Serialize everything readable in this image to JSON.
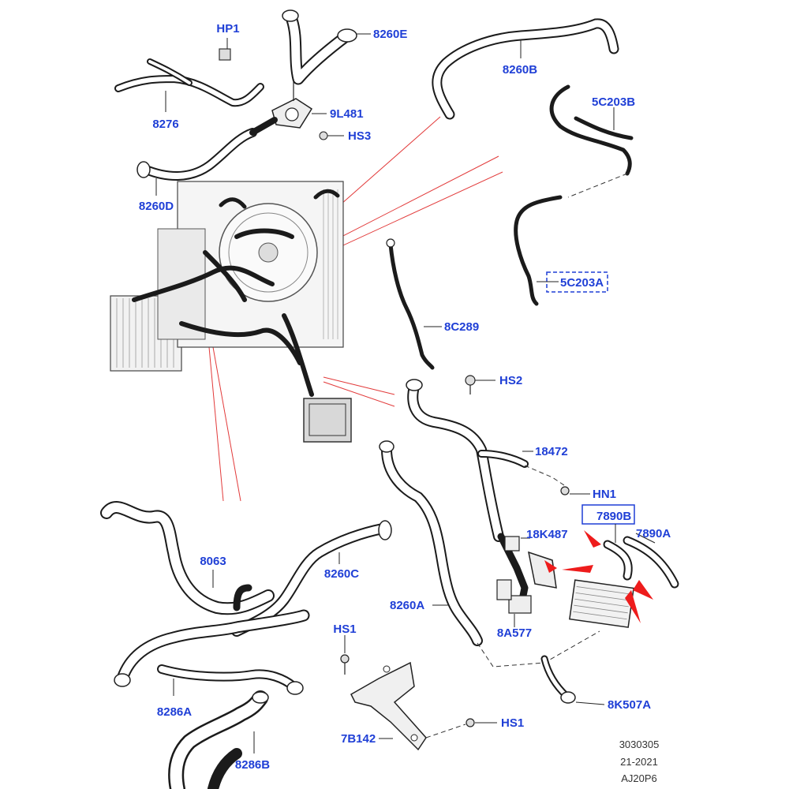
{
  "accent_label_color": "#1f3fd6",
  "arrow_color": "#ee1c1c",
  "labels": {
    "hp1": "HP1",
    "p8260e": "8260E",
    "p8276": "8276",
    "p9l481": "9L481",
    "hs3": "HS3",
    "p8260d": "8260D",
    "p8260b": "8260B",
    "p5c203b": "5C203B",
    "p5c203a": "5C203A",
    "p8c289": "8C289",
    "hs2": "HS2",
    "p18472": "18472",
    "hn1": "HN1",
    "p7890b": "7890B",
    "p7890a": "7890A",
    "p18k487": "18K487",
    "p8063": "8063",
    "p8260c": "8260C",
    "p8260a": "8260A",
    "p8a577": "8A577",
    "hs1_top": "HS1",
    "p8k507a": "8K507A",
    "p8286a": "8286A",
    "hs1_bottom": "HS1",
    "p7b142": "7B142",
    "p8286b": "8286B"
  },
  "footer": {
    "line1": "3030305",
    "line2": "21-2021",
    "line3": "AJ20P6"
  }
}
